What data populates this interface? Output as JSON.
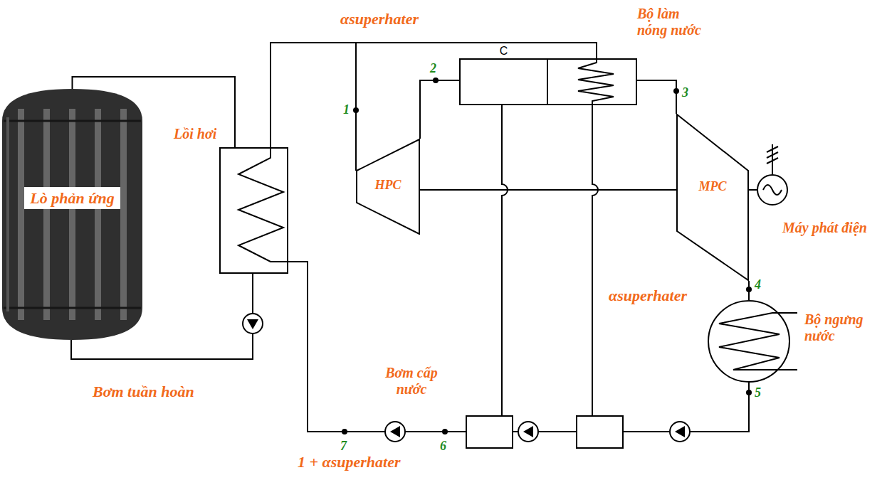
{
  "diagram": {
    "nodes": [
      {
        "text": [
          "Lò phản ứng"
        ]
      },
      {
        "text": [
          "Lồi hơi"
        ]
      },
      {
        "text": [
          "HPC"
        ]
      },
      {
        "text": [
          "C"
        ]
      },
      {
        "text": [
          "Bộ làm nóng nước"
        ]
      },
      {
        "text": [
          "MPC"
        ]
      },
      {
        "text": [
          "Máy phát điện"
        ]
      },
      {
        "text": [
          "Bộ ngưng nước"
        ]
      }
    ],
    "edges": [
      {
        "from": 0,
        "to": 1,
        "arrow": "none"
      },
      {
        "from": 1,
        "to": 2,
        "arrow": "none"
      },
      {
        "from": 1,
        "to": 4,
        "arrow": "none"
      },
      {
        "from": 2,
        "to": 3,
        "arrow": "none"
      },
      {
        "from": 4,
        "to": 5,
        "arrow": "none"
      },
      {
        "from": 5,
        "to": 7,
        "arrow": "none"
      },
      {
        "from": 2,
        "to": 5,
        "arrow": "none"
      },
      {
        "from": 5,
        "to": 6,
        "arrow": "none"
      }
    ],
    "labels": [
      "αsuperhater",
      "1",
      "2",
      "3",
      "αsuperhater",
      "4",
      "5",
      "Bơm tuần hoàn",
      "Bơm cấp nước",
      "7",
      "6",
      "1 + αsuperhater"
    ]
  }
}
